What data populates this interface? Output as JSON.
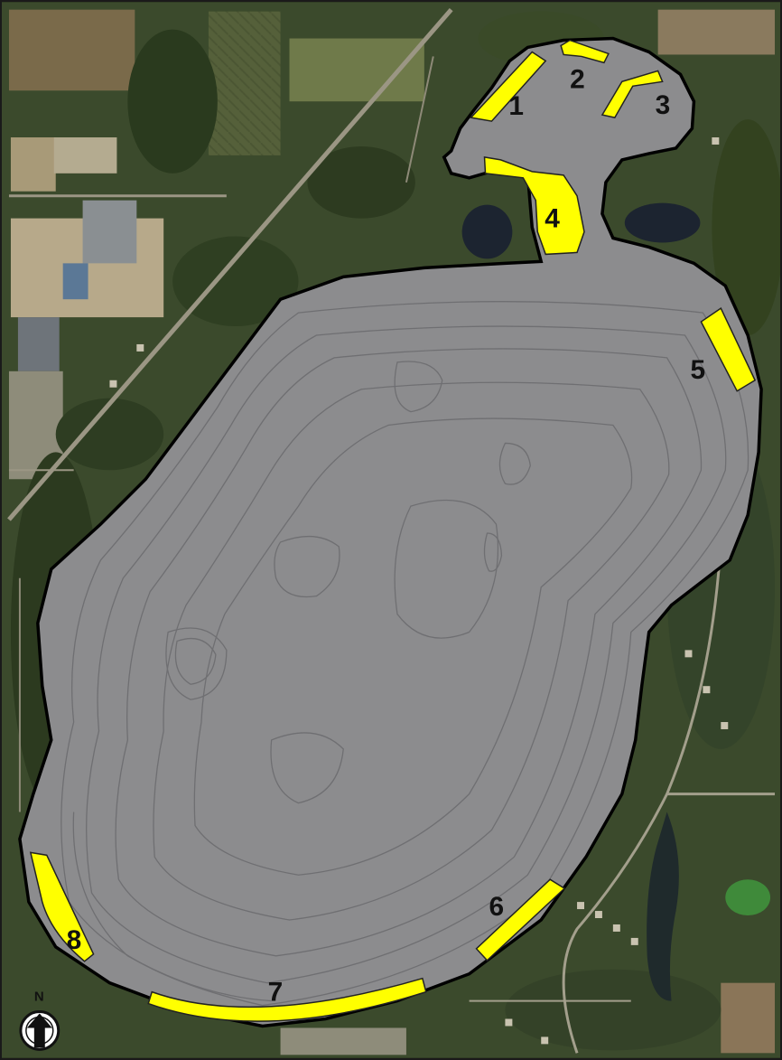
{
  "map": {
    "type": "lake bathymetry map over aerial imagery",
    "colors": {
      "lake_fill": "#8c8c8e",
      "lake_outline": "#000000",
      "contour": "#6f6f72",
      "zone_fill": "#ffff00",
      "zone_outline": "#222222",
      "label": "#111111",
      "imagery_base": "#3b4a2c"
    }
  },
  "zones": [
    {
      "id": "zone-1",
      "label": "1"
    },
    {
      "id": "zone-2",
      "label": "2"
    },
    {
      "id": "zone-3",
      "label": "3"
    },
    {
      "id": "zone-4",
      "label": "4"
    },
    {
      "id": "zone-5",
      "label": "5"
    },
    {
      "id": "zone-6",
      "label": "6"
    },
    {
      "id": "zone-7",
      "label": "7"
    },
    {
      "id": "zone-8",
      "label": "8"
    }
  ],
  "north_arrow": {
    "label": "N",
    "icon": "north-arrow-icon"
  }
}
